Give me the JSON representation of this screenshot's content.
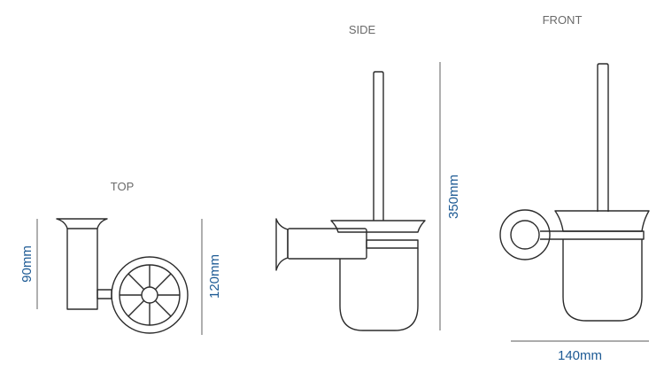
{
  "views": {
    "top": {
      "label": "TOP",
      "height_dim": "90mm",
      "depth_dim": "120mm"
    },
    "side": {
      "label": "SIDE",
      "height_dim": "350mm"
    },
    "front": {
      "label": "FRONT",
      "width_dim": "140mm"
    }
  },
  "colors": {
    "outline": "#2b2b2b",
    "dimension_line": "#7a7a7a",
    "dimension_text": "#1d5a94",
    "view_label": "#6a6a6a"
  }
}
